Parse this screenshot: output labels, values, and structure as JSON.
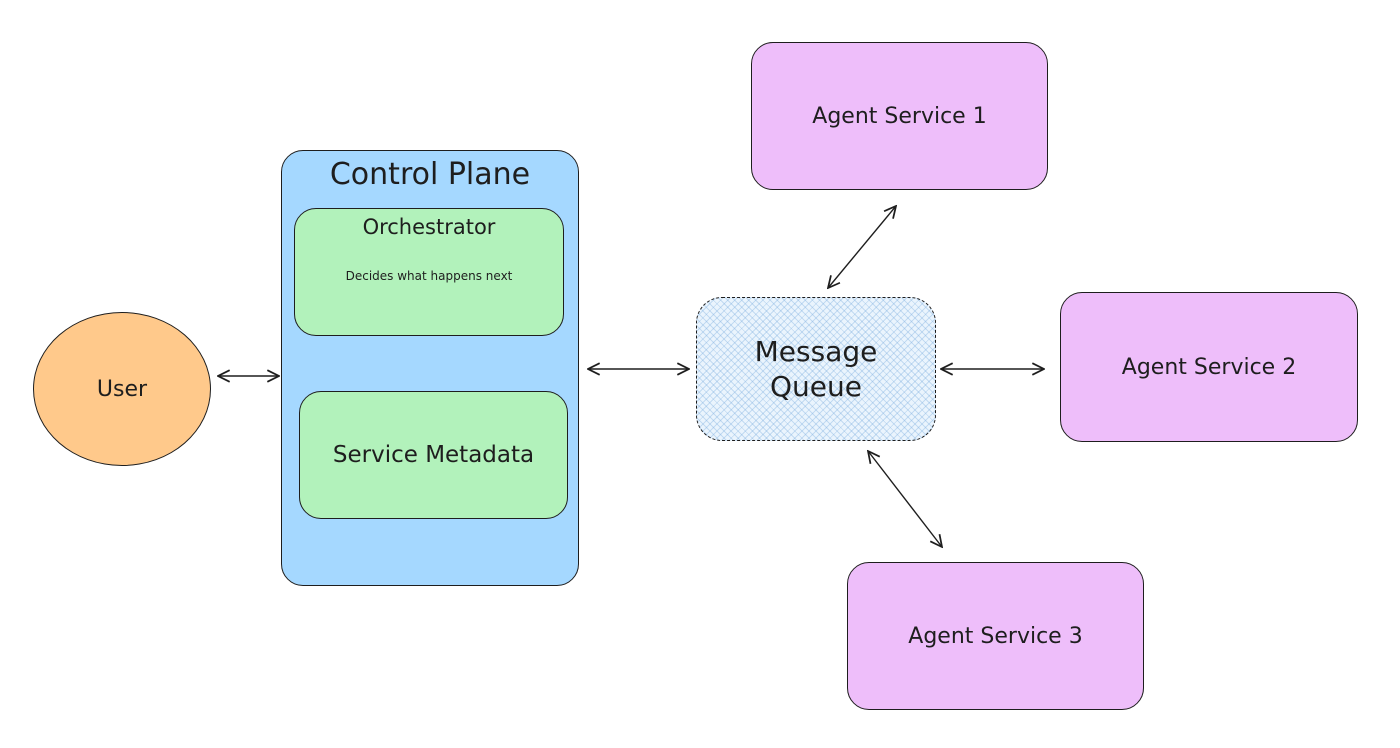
{
  "user": {
    "label": "User"
  },
  "control_plane": {
    "title": "Control Plane",
    "orchestrator": {
      "title": "Orchestrator",
      "description": "Decides what happens next"
    },
    "metadata": {
      "label": "Service Metadata"
    }
  },
  "message_queue": {
    "line1": "Message",
    "line2": "Queue"
  },
  "agents": [
    {
      "label": "Agent Service 1"
    },
    {
      "label": "Agent Service 2"
    },
    {
      "label": "Agent Service 3"
    }
  ],
  "colors": {
    "user": "#ffc98b",
    "control_plane": "#a5d8ff",
    "inner_box": "#b2f2bb",
    "agent": "#eebefa",
    "queue": "#eaf4fd",
    "stroke": "#1e1e1e"
  },
  "connections": [
    {
      "from": "user",
      "to": "control-plane",
      "direction": "bidirectional"
    },
    {
      "from": "control-plane",
      "to": "message-queue",
      "direction": "bidirectional"
    },
    {
      "from": "message-queue",
      "to": "agent-service-1",
      "direction": "bidirectional"
    },
    {
      "from": "message-queue",
      "to": "agent-service-2",
      "direction": "bidirectional"
    },
    {
      "from": "message-queue",
      "to": "agent-service-3",
      "direction": "bidirectional"
    }
  ]
}
